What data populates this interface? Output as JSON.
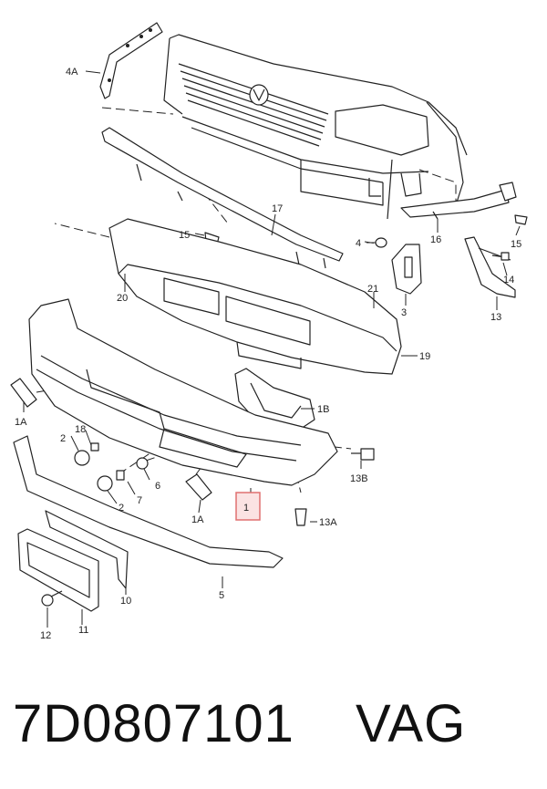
{
  "labels": {
    "l4A": "4A",
    "l17": "17",
    "l15a": "15",
    "l4": "4",
    "l16": "16",
    "l15b": "15",
    "l14": "14",
    "l13": "13",
    "l3": "3",
    "l21": "21",
    "l20": "20",
    "l19": "19",
    "l1Ba": "1A",
    "l1B": "1B",
    "l18": "18",
    "l2a": "2",
    "l6": "6",
    "l7": "7",
    "l2b": "2",
    "l1Ab": "1A",
    "l1": "1",
    "l13B": "13B",
    "l13A": "13A",
    "l10": "10",
    "l5": "5",
    "l12": "12",
    "l11": "11"
  },
  "footer": {
    "part_number": "7D0807101",
    "brand": "VAG"
  },
  "colors": {
    "highlight": "#e07070",
    "highlight_fill": "#fbe3e3",
    "stroke": "#222222"
  }
}
